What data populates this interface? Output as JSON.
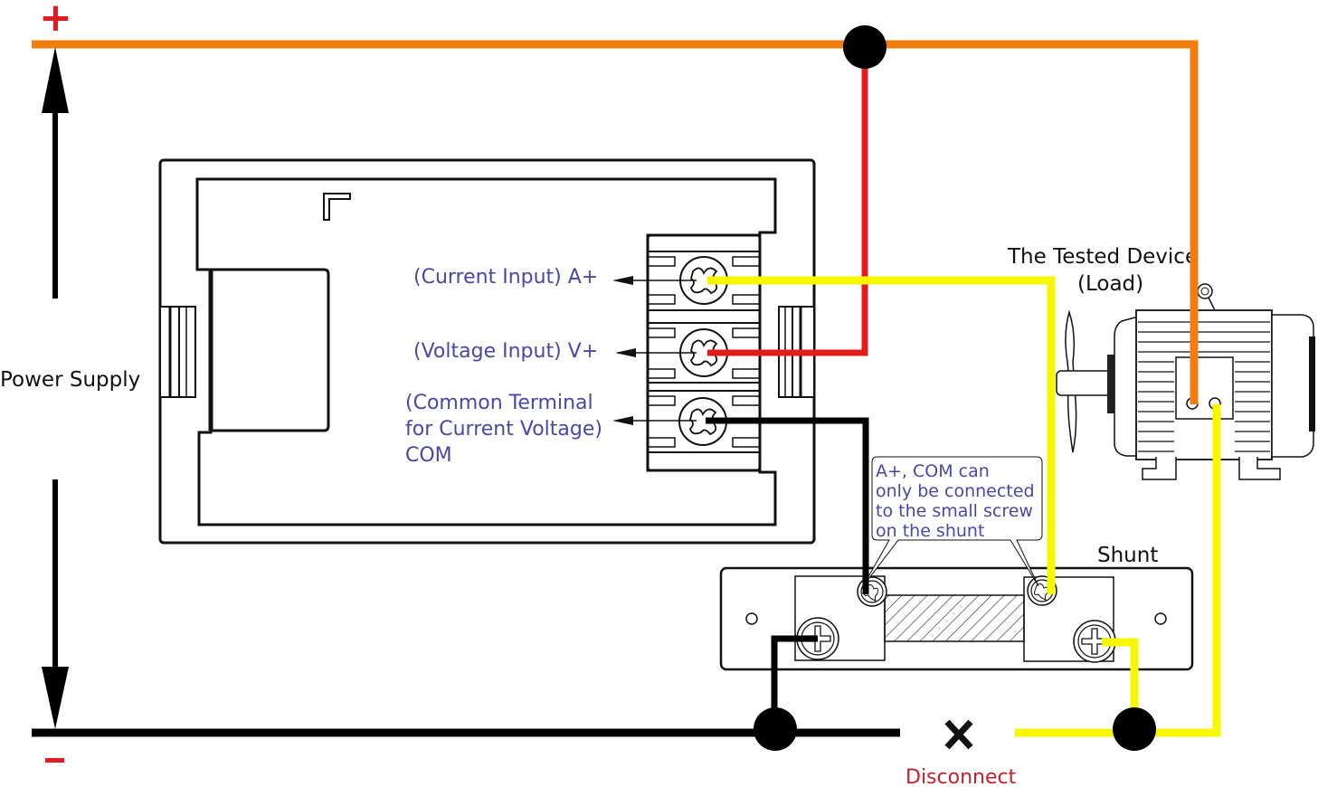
{
  "diagram": {
    "title": "Voltmeter-Ammeter Wiring Diagram",
    "power_supply": {
      "label": "Power Supply",
      "positive_sign": "+",
      "negative_sign": "−",
      "positive_color": "#e31b23",
      "negative_color": "#e31b23"
    },
    "meter": {
      "terminals": [
        {
          "id": "A+",
          "label_lines": [
            "(Current Input) A+"
          ],
          "wire_color": "#f7f700"
        },
        {
          "id": "V+",
          "label_lines": [
            "(Voltage Input) V+"
          ],
          "wire_color": "#e31b1b"
        },
        {
          "id": "COM",
          "label_lines": [
            "(Common Terminal",
            "for Current Voltage)",
            "COM"
          ],
          "wire_color": "#000000"
        }
      ]
    },
    "load": {
      "label_lines": [
        "The  Tested Device",
        "(Load)"
      ],
      "icon": "electric-motor-icon"
    },
    "shunt": {
      "label": "Shunt",
      "note_lines": [
        "A+, COM can",
        "only be connected",
        "to the small screw",
        "on the shunt"
      ]
    },
    "disconnect": {
      "label": "Disconnect",
      "icon": "x-mark-icon"
    },
    "wire_colors": {
      "positive": "#f07d0e",
      "voltage": "#e31b1b",
      "current": "#f7f700",
      "common": "#000000",
      "negative": "#000000"
    },
    "label_color": "#4a47a8",
    "disconnect_color": "#c8202a"
  }
}
